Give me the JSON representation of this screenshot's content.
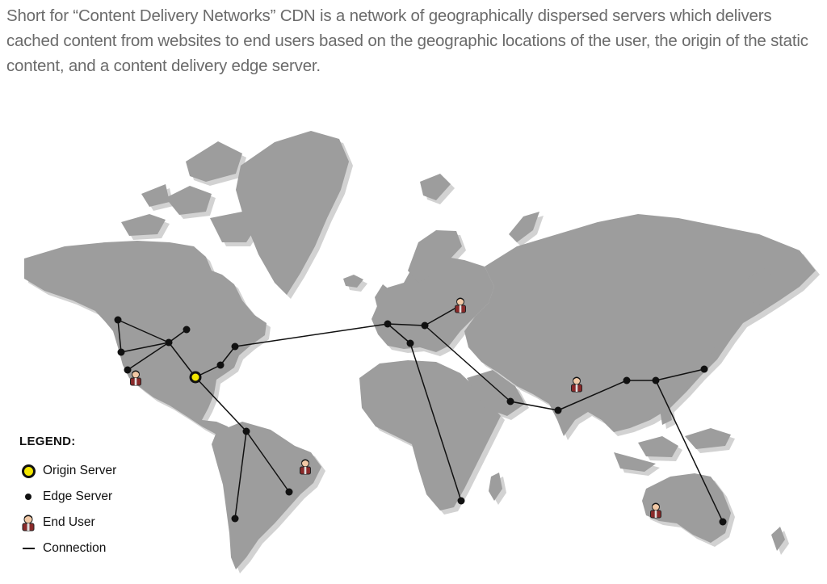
{
  "intro": "Short for “Content Delivery Networks” CDN is a network of geographically dispersed servers which delivers cached content from websites to end users based on the geographic locations of the user, the origin of the static content, and a content delivery edge server.",
  "legend": {
    "title": "LEGEND:",
    "origin_label": "Origin Server",
    "edge_label": "Edge Server",
    "user_label": "End User",
    "connection_label": "Connection"
  },
  "colors": {
    "land": "#9d9d9d",
    "land_shadow": "#d2d2d2",
    "origin_fill": "#f2e600",
    "node": "#111111",
    "user_body": "#8a2a2a"
  },
  "network": {
    "nodes": [
      {
        "id": "origin-dallas",
        "type": "origin"
      },
      {
        "id": "edge-na-nw",
        "type": "edge"
      },
      {
        "id": "edge-na-center",
        "type": "edge"
      },
      {
        "id": "edge-na-ne",
        "type": "edge"
      },
      {
        "id": "edge-na-w1",
        "type": "edge"
      },
      {
        "id": "edge-na-w2",
        "type": "edge"
      },
      {
        "id": "edge-na-east",
        "type": "edge"
      },
      {
        "id": "edge-na-se",
        "type": "edge"
      },
      {
        "id": "edge-sa-north",
        "type": "edge"
      },
      {
        "id": "edge-sa-east",
        "type": "edge"
      },
      {
        "id": "edge-sa-south",
        "type": "edge"
      },
      {
        "id": "edge-eu-west",
        "type": "edge"
      },
      {
        "id": "edge-eu-central",
        "type": "edge"
      },
      {
        "id": "edge-eu-south",
        "type": "edge"
      },
      {
        "id": "edge-africa-south",
        "type": "edge"
      },
      {
        "id": "edge-middle-east",
        "type": "edge"
      },
      {
        "id": "edge-india",
        "type": "edge"
      },
      {
        "id": "edge-china-west",
        "type": "edge"
      },
      {
        "id": "edge-china-east",
        "type": "edge"
      },
      {
        "id": "edge-japan",
        "type": "edge"
      },
      {
        "id": "edge-australia",
        "type": "edge"
      },
      {
        "id": "user-california",
        "type": "user"
      },
      {
        "id": "user-brazil",
        "type": "user"
      },
      {
        "id": "user-russia",
        "type": "user"
      },
      {
        "id": "user-india",
        "type": "user"
      },
      {
        "id": "user-australia",
        "type": "user"
      }
    ],
    "connections": [
      [
        "edge-na-center",
        "edge-na-nw"
      ],
      [
        "edge-na-center",
        "edge-na-ne"
      ],
      [
        "edge-na-center",
        "edge-na-w1"
      ],
      [
        "edge-na-center",
        "edge-na-w2"
      ],
      [
        "edge-na-center",
        "origin-dallas"
      ],
      [
        "edge-na-nw",
        "edge-na-w1"
      ],
      [
        "origin-dallas",
        "edge-na-se"
      ],
      [
        "edge-na-se",
        "edge-na-east"
      ],
      [
        "edge-na-east",
        "edge-eu-west"
      ],
      [
        "origin-dallas",
        "edge-sa-north"
      ],
      [
        "edge-sa-north",
        "edge-sa-south"
      ],
      [
        "edge-sa-north",
        "edge-sa-east"
      ],
      [
        "edge-eu-west",
        "edge-eu-central"
      ],
      [
        "edge-eu-west",
        "edge-eu-south"
      ],
      [
        "edge-eu-south",
        "edge-africa-south"
      ],
      [
        "edge-eu-central",
        "edge-middle-east"
      ],
      [
        "edge-eu-central",
        "user-russia"
      ],
      [
        "edge-middle-east",
        "edge-india"
      ],
      [
        "edge-india",
        "edge-china-west"
      ],
      [
        "edge-china-west",
        "edge-china-east"
      ],
      [
        "edge-china-east",
        "edge-japan"
      ],
      [
        "edge-china-east",
        "edge-australia"
      ]
    ]
  }
}
